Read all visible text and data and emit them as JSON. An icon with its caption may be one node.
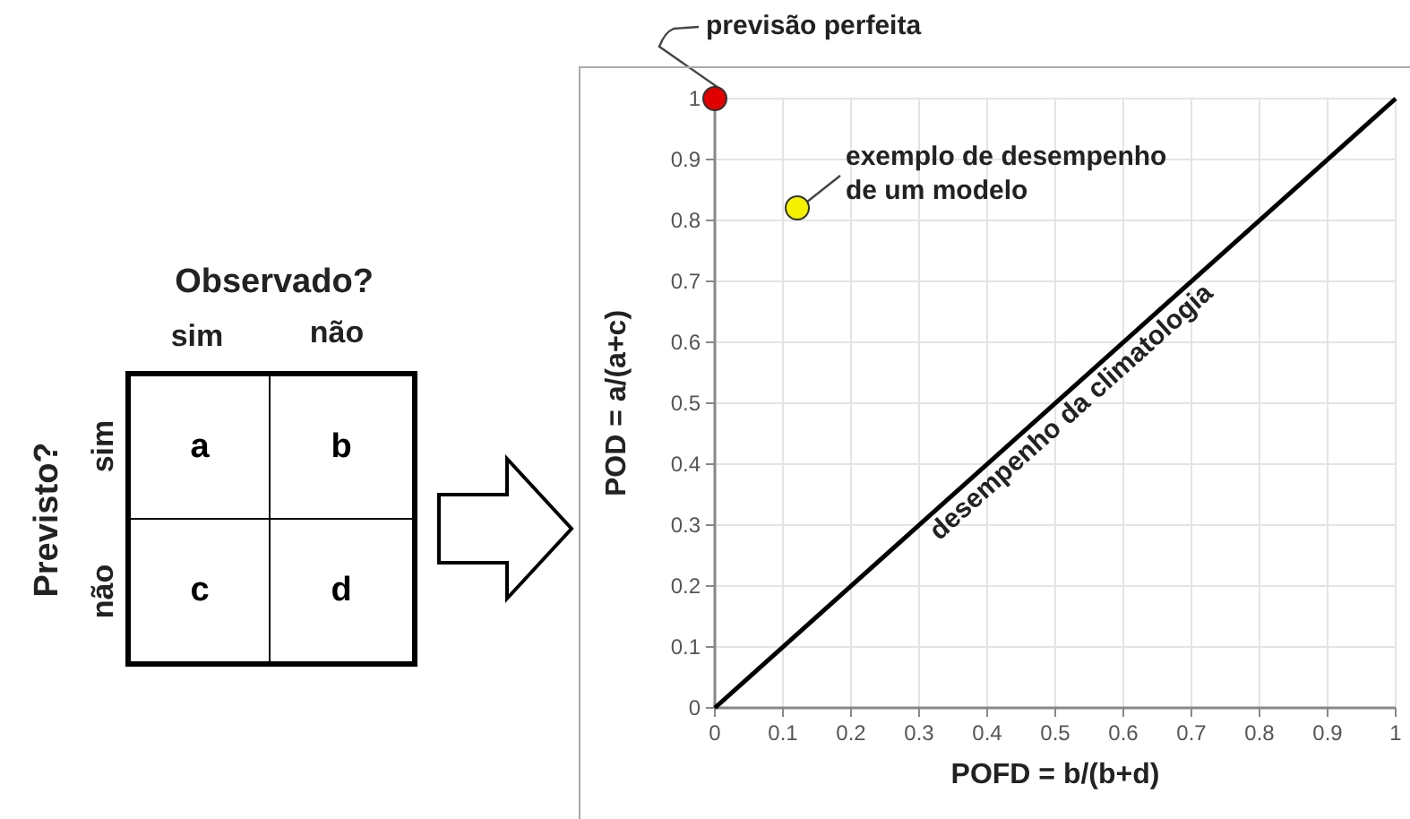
{
  "diagram": {
    "nodes": [
      {
        "text": [],
        "shape": "box"
      },
      {
        "text": [
          "a"
        ],
        "in": 0
      },
      {
        "text": [
          "b"
        ],
        "in": 0
      },
      {
        "text": [
          "c"
        ],
        "in": 0
      },
      {
        "text": [
          "d"
        ],
        "in": 0
      },
      {
        "text": [],
        "shape": "box"
      },
      {
        "text": [],
        "shape": "circle",
        "in": 5
      },
      {
        "text": [],
        "shape": "circle",
        "in": 5
      },
      {
        "text": [
          "previsão perfeita"
        ]
      },
      {
        "text": [
          "exemplo de desempenho de um modelo"
        ],
        "in": 5
      }
    ],
    "edges": [
      {
        "from": 0,
        "to": 5,
        "arrow": "to"
      },
      {
        "from": 8,
        "to": 6,
        "arrow": "none"
      },
      {
        "from": 9,
        "to": 7,
        "arrow": "none"
      }
    ],
    "labels": [
      "Observado?",
      "sim",
      "não",
      "Previsto?",
      "sim",
      "não",
      "desempenho da climatologia"
    ],
    "chart_data": {
      "type": "line",
      "xlabel": "POFD = b/(b+d)",
      "ylabel": "POD = a/(a+c)",
      "x": [
        0,
        1
      ],
      "series": [
        {
          "color": "#000000",
          "values": [
            0,
            1
          ]
        }
      ],
      "xlim": [
        0,
        1
      ],
      "ylim": [
        0,
        1
      ],
      "grid": true,
      "xticks": [
        0,
        0.1,
        0.2,
        0.3,
        0.4,
        0.5,
        0.6,
        0.7,
        0.8,
        0.9,
        1
      ],
      "yticks": [
        0,
        0.1,
        0.2,
        0.3,
        0.4,
        0.5,
        0.6,
        0.7,
        0.8,
        0.9,
        1
      ]
    }
  }
}
